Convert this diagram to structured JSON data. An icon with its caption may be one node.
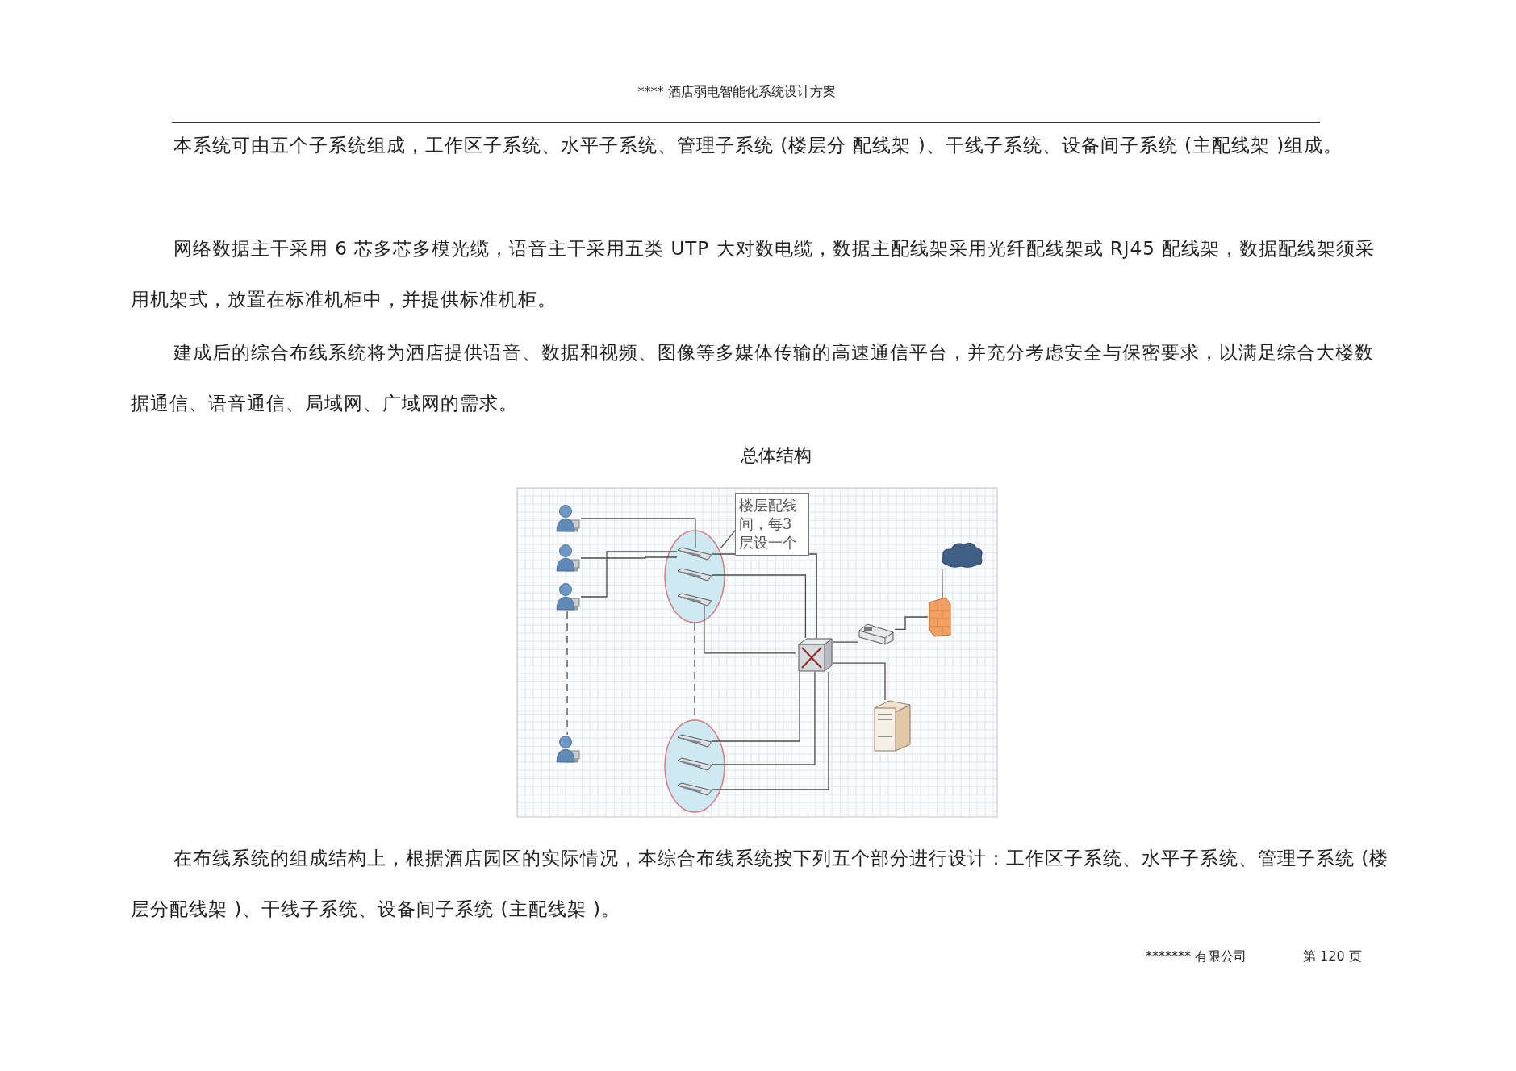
{
  "diagram": {
    "title": "总体结构",
    "nodes": [
      {
        "text": [],
        "shape": "person"
      },
      {
        "text": [],
        "shape": "person"
      },
      {
        "text": [],
        "shape": "person"
      },
      {
        "text": [],
        "shape": "person"
      },
      {
        "text": [],
        "shape": "ellipse"
      },
      {
        "text": [],
        "shape": "picture",
        "in": 4
      },
      {
        "text": [],
        "shape": "picture",
        "in": 4
      },
      {
        "text": [],
        "shape": "picture",
        "in": 4
      },
      {
        "text": [],
        "shape": "ellipse"
      },
      {
        "text": [],
        "shape": "picture",
        "in": 8
      },
      {
        "text": [],
        "shape": "picture",
        "in": 8
      },
      {
        "text": [],
        "shape": "picture",
        "in": 8
      },
      {
        "text": [
          "楼层配线间，每3层设一个"
        ]
      },
      {
        "text": [],
        "shape": "picture"
      },
      {
        "text": [],
        "shape": "picture"
      },
      {
        "text": [],
        "shape": "picture"
      },
      {
        "text": [],
        "shape": "cloud"
      },
      {
        "text": [],
        "shape": "picture"
      }
    ],
    "edges": [
      {
        "from": 0,
        "to": 5,
        "arrow": "none"
      },
      {
        "from": 1,
        "to": 5,
        "arrow": "none"
      },
      {
        "from": 2,
        "to": 5,
        "arrow": "none"
      },
      {
        "from": 2,
        "to": 3,
        "arrow": "none",
        "style": "dashed"
      },
      {
        "from": 5,
        "to": 13,
        "arrow": "none"
      },
      {
        "from": 6,
        "to": 13,
        "arrow": "none"
      },
      {
        "from": 7,
        "to": 13,
        "arrow": "none"
      },
      {
        "from": 4,
        "to": 8,
        "arrow": "none",
        "style": "dashed"
      },
      {
        "from": 9,
        "to": 13,
        "arrow": "none"
      },
      {
        "from": 10,
        "to": 13,
        "arrow": "none"
      },
      {
        "from": 11,
        "to": 13,
        "arrow": "none"
      },
      {
        "from": 13,
        "to": 14,
        "arrow": "none"
      },
      {
        "from": 14,
        "to": 15,
        "arrow": "none"
      },
      {
        "from": 15,
        "to": 16,
        "arrow": "none"
      },
      {
        "from": 13,
        "to": 17,
        "arrow": "none"
      },
      {
        "from": 12,
        "to": 4,
        "arrow": "none"
      }
    ],
    "labels": [
      "**** 酒店弱电智能化系统设计方案",
      "本系统可由五个子系统组成，工作区子系统、水平子系统、管理子系统 (楼层分 配线架 )、干线子系统、设备间子系统 (主配线架 )组成。",
      "网络数据主干采用 6 芯多芯多模光缆，语音主干采用五类 UTP 大对数电缆，数据主配线架采用光纤配线架或 RJ45 配线架，数据配线架须采用机架式，放置在标准机柜中，并提供标准机柜。",
      "建成后的综合布线系统将为酒店提供语音、数据和视频、图像等多媒体传输的高速通信平台，并充分考虑安全与保密要求，以满足综合大楼数据通信、语音通信、局域网、广域网的需求。",
      "在布线系统的组成结构上，根据酒店园区的实际情况，本综合布线系统按下列五个部分进行设计：工作区子系统、水平子系统、管理子系统 (楼层分配线架 )、干线子系统、设备间子系统 (主配线架 )。",
      "******* 有限公司",
      "第 120 页"
    ]
  }
}
